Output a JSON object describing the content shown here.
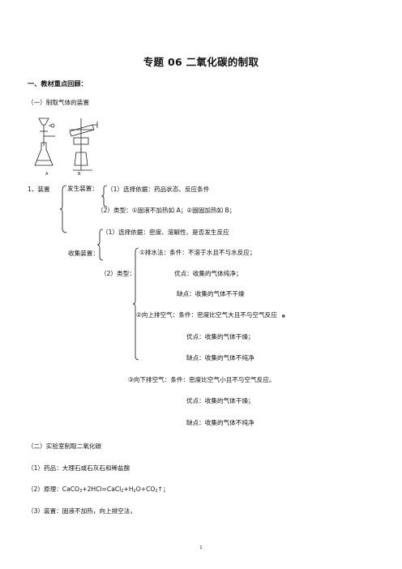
{
  "doc": {
    "title": "专题 06  二氧化碳的制取",
    "section1_heading": "一、教材重点回顾：",
    "sub1_heading": "（一）制取气体的装置",
    "figure_labels": {
      "a": "A",
      "b": "B"
    },
    "item1_label": "1、装置",
    "fasheng": {
      "label": "发生装置：",
      "basis": "（1）选择依据：药品状态、反应条件",
      "types": "（2）类型：①固液不加热如 A；②固固加热如 B；"
    },
    "shouji": {
      "label": "收集装置：",
      "basis": "（1）选择依据：密度、溶解性、是否发生反应",
      "types_label": "（2）类型：",
      "water": {
        "main": "①排水法：条件：不溶于水且不与水反应；",
        "pro": "优点：收集的气体纯净；",
        "con": "缺点：收集的气体不干燥"
      },
      "up_air": {
        "main": "②向上排空气：条件：密度比空气大且不与空气反应",
        "mark": "。",
        "pro": "优点：收集的气体干燥；",
        "con": "缺点：收集的气体不纯净"
      },
      "down_air": {
        "main": "③向下排空气：条件：密度比空气小且不与空气反应。",
        "pro": "优点：收集的气体干燥；",
        "con": "缺点：收集的气体不纯净"
      }
    },
    "sub2_heading": "（二）实验室制取二氧化碳",
    "drugs": "（1）药品：大理石或石灰石和稀盐酸",
    "principle": {
      "prefix": "（2）原理：CaCO",
      "s1": "3",
      "mid1": "+2HCl=CaCl",
      "s2": "2",
      "mid2": "+H",
      "s3": "2",
      "mid3": "O+CO",
      "s4": "2",
      "suffix": "↑；"
    },
    "apparatus": "（3）装置：固液不加热，向上排空法，",
    "page_number": "1"
  }
}
